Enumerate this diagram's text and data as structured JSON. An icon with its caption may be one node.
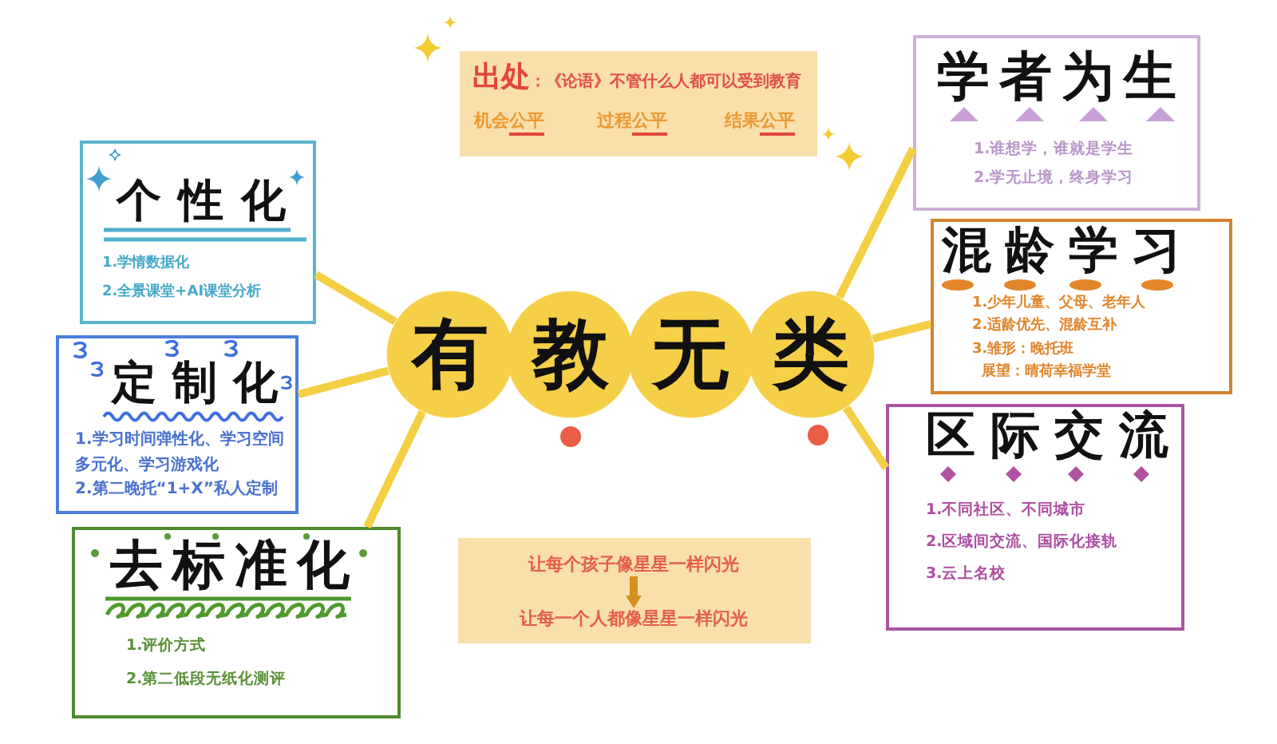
{
  "diagram": {
    "nodes": [
      {
        "text": [
          "有教无类"
        ]
      },
      {
        "text": [
          "**出处**：《论语》不管什么人都可以受到教育",
          "机会公平",
          "过程公平",
          "结果公平"
        ]
      },
      {
        "text": [
          "个性化",
          "1.学情数据化",
          "2.全景课堂+AI课堂分析"
        ]
      },
      {
        "text": [
          "定制化",
          "1.学习时间弹性化、学习空间多元化、学习游戏化",
          "2.第二晚托“1+X”私人定制"
        ]
      },
      {
        "text": [
          "去标准化",
          "1.评价方式",
          "2.第二低段无纸化测评"
        ]
      },
      {
        "text": [
          "学者为生",
          "1.谁想学，谁就是学生",
          "2.学无止境，终身学习"
        ]
      },
      {
        "text": [
          "混龄学习",
          "1.少年儿童、父母、老年人",
          "2.适龄优先、混龄互补",
          "3.雏形：晚托班",
          "展望：晴荷幸福学堂"
        ]
      },
      {
        "text": [
          "区际交流",
          "1.不同社区、不同城市",
          "2.区域间交流、国际化接轨",
          "3.云上名校"
        ]
      },
      {
        "text": [],
        "shape": "box"
      },
      {
        "text": [
          "让每个孩子像星星一样闪光"
        ],
        "in": 8
      },
      {
        "text": [
          "让每一个人都像星星一样闪光"
        ],
        "in": 8
      }
    ],
    "edges": [
      {
        "from": 0,
        "to": 2,
        "arrow": "none"
      },
      {
        "from": 0,
        "to": 3,
        "arrow": "none"
      },
      {
        "from": 0,
        "to": 4,
        "arrow": "none"
      },
      {
        "from": 0,
        "to": 5,
        "arrow": "none"
      },
      {
        "from": 0,
        "to": 6,
        "arrow": "none"
      },
      {
        "from": 0,
        "to": 7,
        "arrow": "none"
      },
      {
        "from": 9,
        "to": 10,
        "arrow": "to",
        "color": "#d4901e"
      }
    ]
  }
}
